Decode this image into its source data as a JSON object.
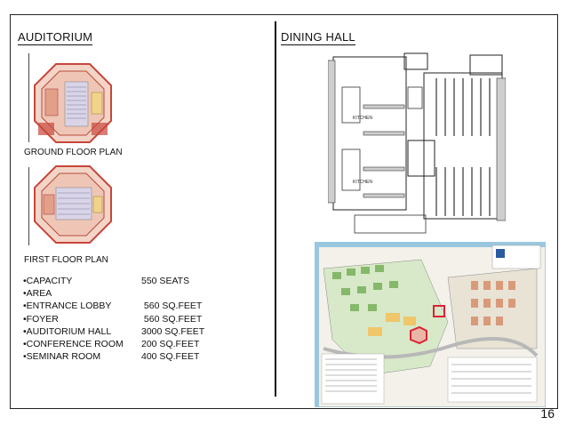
{
  "left": {
    "title": "AUDITORIUM",
    "ground_caption": "GROUND FLOOR PLAN",
    "first_caption": "FIRST FLOOR PLAN",
    "specs": [
      {
        "label": "•CAPACITY",
        "value": "550 SEATS"
      },
      {
        "label": "•AREA",
        "value": ""
      },
      {
        "label": "•ENTRANCE LOBBY",
        "value": " 560 SQ.FEET"
      },
      {
        "label": "•FOYER",
        "value": " 560 SQ.FEET"
      },
      {
        "label": "•AUDITORIUM HALL",
        "value": "3000 SQ.FEET"
      },
      {
        "label": "•CONFERENCE ROOM",
        "value": "200 SQ.FEET"
      },
      {
        "label": "•SEMINAR ROOM",
        "value": "400 SQ.FEET"
      }
    ]
  },
  "right": {
    "title": "DINING HALL",
    "plan_labels": {
      "kitchen": "KITCHEN"
    }
  },
  "page_number": "16",
  "colors": {
    "plan_red": "#c8463b",
    "plan_pink": "#e9b7a8",
    "map_green": "#86b86a",
    "map_blue": "#7fb0d8"
  }
}
